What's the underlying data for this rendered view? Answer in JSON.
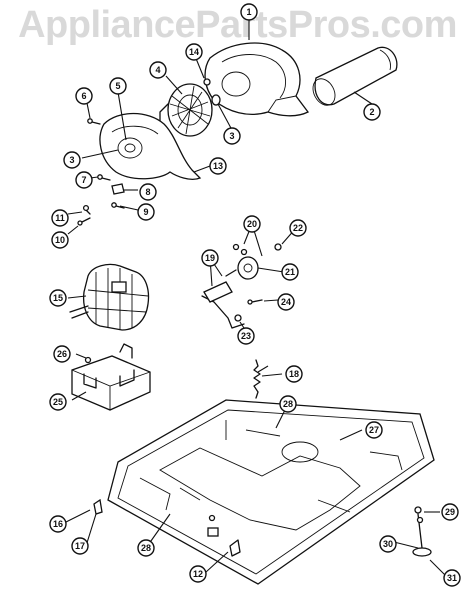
{
  "watermark": "AppliancePartsPros.com",
  "callouts": [
    {
      "label": "1"
    },
    {
      "label": "2"
    },
    {
      "label": "3"
    },
    {
      "label": "3"
    },
    {
      "label": "4"
    },
    {
      "label": "5"
    },
    {
      "label": "6"
    },
    {
      "label": "7"
    },
    {
      "label": "8"
    },
    {
      "label": "9"
    },
    {
      "label": "10"
    },
    {
      "label": "11"
    },
    {
      "label": "12"
    },
    {
      "label": "13"
    },
    {
      "label": "14"
    },
    {
      "label": "15"
    },
    {
      "label": "16"
    },
    {
      "label": "17"
    },
    {
      "label": "18"
    },
    {
      "label": "19"
    },
    {
      "label": "20"
    },
    {
      "label": "21"
    },
    {
      "label": "22"
    },
    {
      "label": "23"
    },
    {
      "label": "24"
    },
    {
      "label": "25"
    },
    {
      "label": "26"
    },
    {
      "label": "27"
    },
    {
      "label": "28"
    },
    {
      "label": "28"
    },
    {
      "label": "29"
    },
    {
      "label": "30"
    },
    {
      "label": "31"
    }
  ]
}
